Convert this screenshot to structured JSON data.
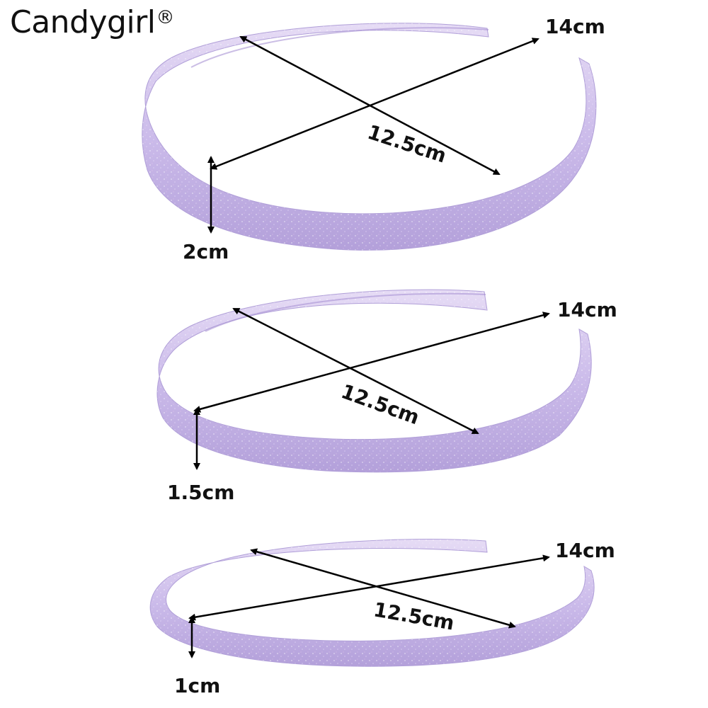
{
  "brand": {
    "name": "Candygirl",
    "mark": "®"
  },
  "colors": {
    "headband_top": "#d9cdee",
    "headband_mid": "#c4b4e6",
    "headband_shade": "#a995d4",
    "arrow": "#000000",
    "text": "#111111"
  },
  "headbands": [
    {
      "width_label": "2cm",
      "diameter_label": "12.5cm",
      "length_label": "14cm"
    },
    {
      "width_label": "1.5cm",
      "diameter_label": "12.5cm",
      "length_label": "14cm"
    },
    {
      "width_label": "1cm",
      "diameter_label": "12.5cm",
      "length_label": "14cm"
    }
  ]
}
